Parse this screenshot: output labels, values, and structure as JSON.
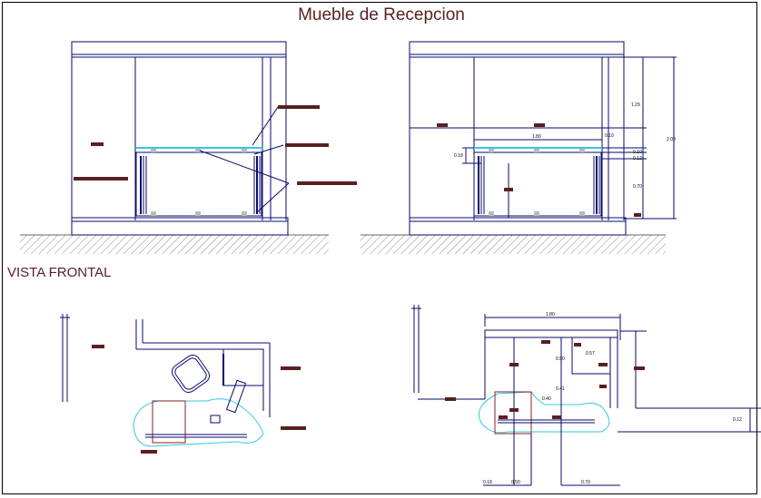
{
  "drawing": {
    "title": "Mueble de Recepcion",
    "section_label": "VISTA FRONTAL"
  },
  "dimensions": {
    "width_top": "1.80",
    "top_offset": "0.10",
    "height_upper": "1.29",
    "height_total": "2.09",
    "left_small": "0.18",
    "step_a": "0.10",
    "step_b": "0.12",
    "height_lower": "0.70",
    "plan_width": "1.80",
    "plan_a": "0.50",
    "plan_b": "0.57",
    "plan_c": "0.41",
    "plan_d": "0.40",
    "bottom_a": "0.18",
    "bottom_b": "0.50",
    "bottom_c": "0.70",
    "right_small": "0.12"
  },
  "colors": {
    "line": "#0a0a6e",
    "label": "#5a1f1f",
    "cyan": "#33c8e6",
    "ground": "#7a7a7a"
  }
}
